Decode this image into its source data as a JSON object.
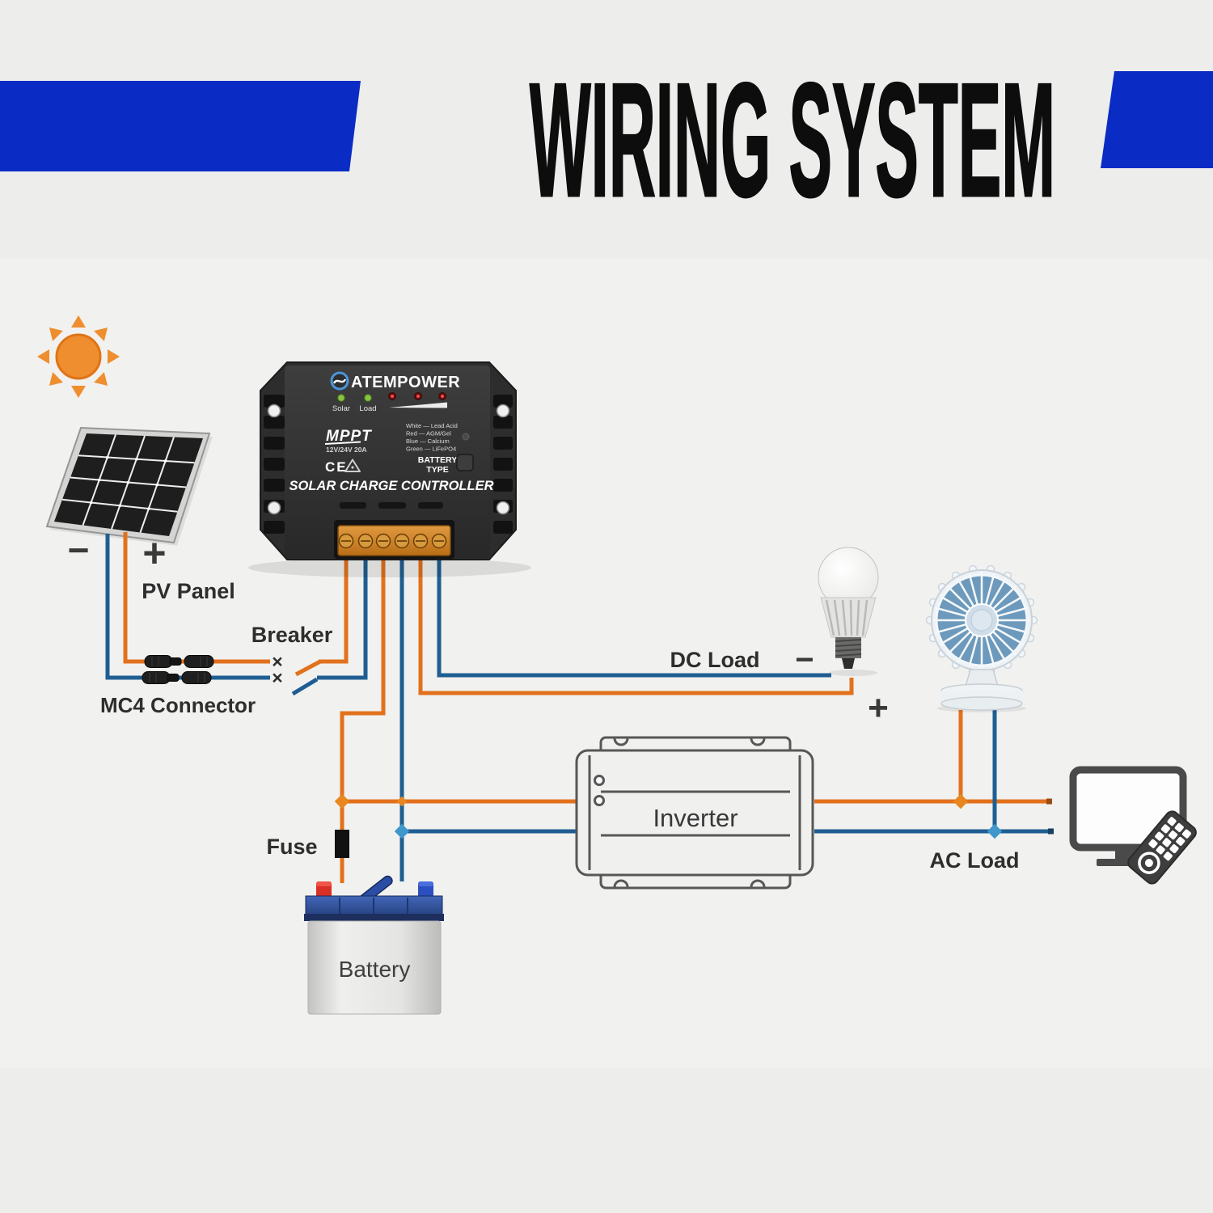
{
  "header": {
    "title": "WIRING SYSTEM"
  },
  "labels": {
    "pv_panel": "PV Panel",
    "mc4_connector": "MC4 Connector",
    "breaker": "Breaker",
    "cross": "×",
    "panel_minus": "−",
    "panel_plus": "+",
    "dc_load": "DC Load",
    "dc_minus": "−",
    "dc_plus": "+",
    "fuse": "Fuse",
    "inverter": "Inverter",
    "battery": "Battery",
    "ac_load": "AC Load"
  },
  "controller": {
    "brand": "ATEMPOWER",
    "led_solar": "Solar",
    "led_load": "Load",
    "tech": "MPPT",
    "rating": "12V/24V 20A",
    "battery_legend": [
      "White — Lead Acid",
      "Red — AGM/Gel",
      "Blue — Calcium",
      "Green — LiFePO4"
    ],
    "battery_type_line1": "BATTERY",
    "battery_type_line2": "TYPE",
    "ce_mark": "CE",
    "product_name": "SOLAR CHARGE CONTROLLER"
  },
  "colors": {
    "accent_blue": "#0a2cc4",
    "title_black": "#0d0d0d",
    "wire_orange": "#e2711d",
    "wire_blue": "#1f5e92",
    "junction_orange": "#e8861f",
    "junction_blue": "#3f97cc",
    "sun_orange": "#ef8e2f"
  }
}
